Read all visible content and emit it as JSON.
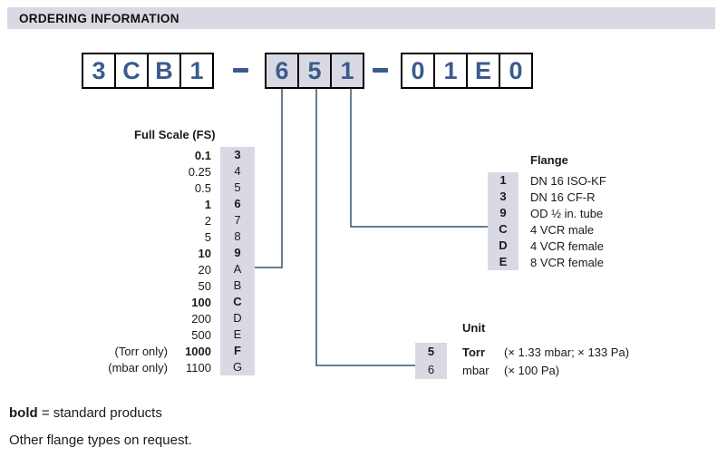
{
  "header": {
    "title": "ORDERING INFORMATION"
  },
  "code": {
    "groups": [
      {
        "chars": [
          "3",
          "C",
          "B",
          "1"
        ],
        "shaded": false
      },
      {
        "chars": [
          "6",
          "5",
          "1"
        ],
        "shaded": true
      },
      {
        "chars": [
          "0",
          "1",
          "E",
          "0"
        ],
        "shaded": false
      }
    ],
    "separator": "-"
  },
  "full_scale": {
    "heading": "Full Scale (FS)",
    "rows": [
      {
        "prefix": "",
        "value": "0.1",
        "code": "3",
        "bold": true
      },
      {
        "prefix": "",
        "value": "0.25",
        "code": "4",
        "bold": false
      },
      {
        "prefix": "",
        "value": "0.5",
        "code": "5",
        "bold": false
      },
      {
        "prefix": "",
        "value": "1",
        "code": "6",
        "bold": true
      },
      {
        "prefix": "",
        "value": "2",
        "code": "7",
        "bold": false
      },
      {
        "prefix": "",
        "value": "5",
        "code": "8",
        "bold": false
      },
      {
        "prefix": "",
        "value": "10",
        "code": "9",
        "bold": true
      },
      {
        "prefix": "",
        "value": "20",
        "code": "A",
        "bold": false
      },
      {
        "prefix": "",
        "value": "50",
        "code": "B",
        "bold": false
      },
      {
        "prefix": "",
        "value": "100",
        "code": "C",
        "bold": true
      },
      {
        "prefix": "",
        "value": "200",
        "code": "D",
        "bold": false
      },
      {
        "prefix": "",
        "value": "500",
        "code": "E",
        "bold": false
      },
      {
        "prefix": "(Torr only)",
        "value": "1000",
        "code": "F",
        "bold": true
      },
      {
        "prefix": "(mbar only)",
        "value": "1100",
        "code": "G",
        "bold": false
      }
    ]
  },
  "flange": {
    "heading": "Flange",
    "rows": [
      {
        "code": "1",
        "label": "DN 16 ISO-KF"
      },
      {
        "code": "3",
        "label": "DN 16 CF-R"
      },
      {
        "code": "9",
        "label": "OD ½ in. tube"
      },
      {
        "code": "C",
        "label": "4 VCR male"
      },
      {
        "code": "D",
        "label": "4 VCR female"
      },
      {
        "code": "E",
        "label": "8 VCR female"
      }
    ]
  },
  "unit": {
    "heading": "Unit",
    "rows": [
      {
        "code": "5",
        "name": "Torr",
        "note": "(× 1.33 mbar; × 133 Pa)",
        "bold": true
      },
      {
        "code": "6",
        "name": "mbar",
        "note": "(× 100 Pa)",
        "bold": false
      }
    ]
  },
  "footer": {
    "line1_bold": "bold",
    "line1_rest": " = standard products",
    "line2": "Other flange types on request."
  },
  "colors": {
    "accent_blue": "#3b5b8e",
    "connector": "#33506a",
    "shade": "#d9d9e3"
  }
}
